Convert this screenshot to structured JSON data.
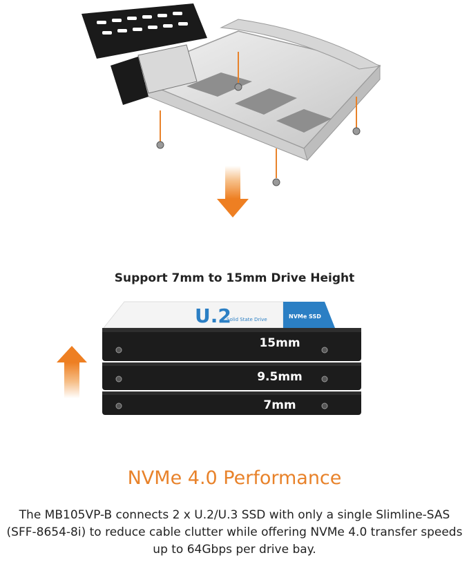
{
  "drive_heights": {
    "heading": "Support 7mm to 15mm Drive Height",
    "drives": [
      {
        "label": "15mm"
      },
      {
        "label": "9.5mm"
      },
      {
        "label": "7mm"
      }
    ],
    "ssd_brand": "U.2",
    "ssd_subtext": "Solid State Drive",
    "ssd_stripe_text": "NVMe SSD"
  },
  "performance": {
    "title": "NVMe 4.0 Performance",
    "description": "The MB105VP-B connects 2 x U.2/U.3 SSD with only a single Slimline-SAS (SFF-8654-8i) to reduce cable clutter while offering NVMe 4.0 transfer speeds up to 64Gbps per drive bay."
  },
  "colors": {
    "accent": "#e8822a",
    "drive_body": "#1c1c1c",
    "ssd_blue": "#2b7fc4"
  }
}
